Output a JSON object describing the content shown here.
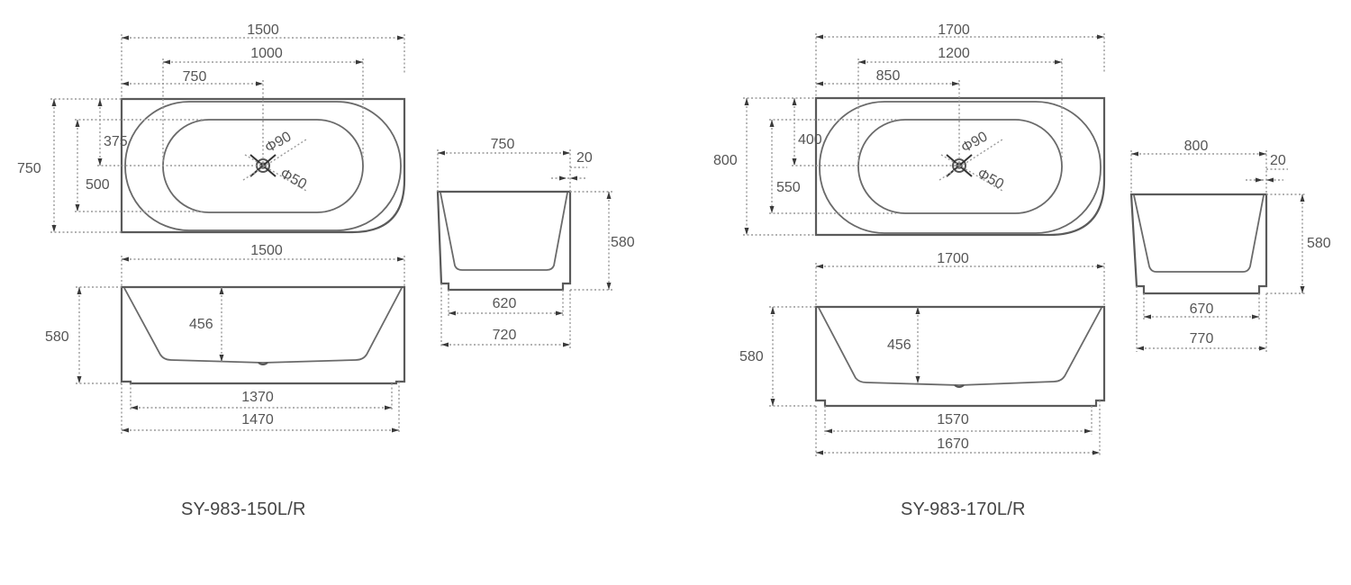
{
  "diagram": {
    "type": "technical-drawing",
    "subject": "back-to-wall freestanding bathtub dimension drawings",
    "units": "mm",
    "colors": {
      "outline": "#5a5a5a",
      "dimension": "#9a9a9a",
      "text": "#555555",
      "background": "#ffffff"
    }
  },
  "models": [
    {
      "caption": "SY-983-150L/R",
      "top_view": {
        "overall_length": "1500",
        "inner_basin_length": "1000",
        "drain_offset_length": "750",
        "overall_width": "750",
        "drain_offset_width": "375",
        "inner_basin_width": "500",
        "drain_outer_diameter": "Φ90",
        "drain_inner_diameter": "Φ50"
      },
      "front_view": {
        "overall_length": "1500",
        "height": "580",
        "inner_depth": "456",
        "base_inner_length": "1370",
        "base_outer_length": "1470"
      },
      "side_view": {
        "overall_width": "750",
        "rim_thickness": "20",
        "height": "580",
        "base_inner_width": "620",
        "base_outer_width": "720"
      }
    },
    {
      "caption": "SY-983-170L/R",
      "top_view": {
        "overall_length": "1700",
        "inner_basin_length": "1200",
        "drain_offset_length": "850",
        "overall_width": "800",
        "drain_offset_width": "400",
        "inner_basin_width": "550",
        "drain_outer_diameter": "Φ90",
        "drain_inner_diameter": "Φ50"
      },
      "front_view": {
        "overall_length": "1700",
        "height": "580",
        "inner_depth": "456",
        "base_inner_length": "1570",
        "base_outer_length": "1670"
      },
      "side_view": {
        "overall_width": "800",
        "rim_thickness": "20",
        "height": "580",
        "base_inner_width": "670",
        "base_outer_width": "770"
      }
    }
  ]
}
